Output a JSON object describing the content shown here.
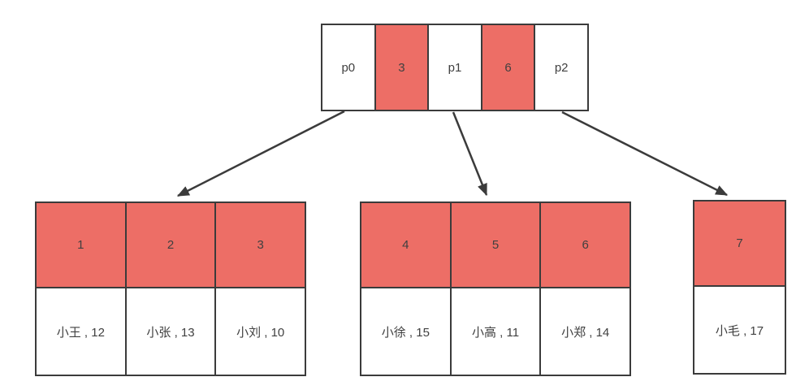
{
  "colors": {
    "key_cell_fill": "#ED6E66",
    "pointer_cell_fill": "#FFFFFF",
    "border": "#3B3B3B",
    "text": "#404040"
  },
  "tree": {
    "root": {
      "cells": [
        {
          "label": "p0",
          "type": "pointer"
        },
        {
          "label": "3",
          "type": "key"
        },
        {
          "label": "p1",
          "type": "pointer"
        },
        {
          "label": "6",
          "type": "key"
        },
        {
          "label": "p2",
          "type": "pointer"
        }
      ]
    },
    "leaves": [
      {
        "entries": [
          {
            "key": "1",
            "value": "小王 , 12"
          },
          {
            "key": "2",
            "value": "小张 , 13"
          },
          {
            "key": "3",
            "value": "小刘 , 10"
          }
        ]
      },
      {
        "entries": [
          {
            "key": "4",
            "value": "小徐 , 15"
          },
          {
            "key": "5",
            "value": "小高 , 11"
          },
          {
            "key": "6",
            "value": "小郑 , 14"
          }
        ]
      },
      {
        "entries": [
          {
            "key": "7",
            "value": "小毛 , 17"
          }
        ]
      }
    ]
  }
}
